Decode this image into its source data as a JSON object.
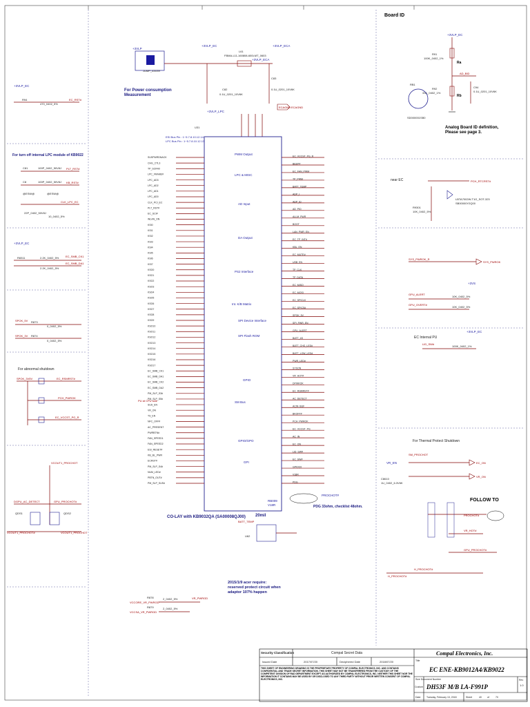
{
  "header": {
    "board_id": "Board ID",
    "board_id_note": "Analog Board ID definition,\nPlease see page 3."
  },
  "power_note": "For Power consumption\nMeasurement",
  "lpc_note": "For turn off internal LPC module of KB9022",
  "abnormal_note": "For abnormal shutdown",
  "thermal_note": "For Thermal Protect Shutdown",
  "follow_note": "FOLLOW TO",
  "cpu_side_note": "PU at CPU side",
  "ec_internal_note": "EC Internal PU",
  "near_ec_note": "near EC",
  "esd_note": "ESI Bus Pin : 1~5.7.8.10.12.14\nLPC Bus Pin : 1~5.7.8.10.12.13",
  "co_lay": "CO-LAY with KB9032QA (SA00008QJ00)",
  "pdg_note": "PDG 33ohm, checklist 48ohm.",
  "mil_note": "20mil",
  "acer_note": "2015/1/9 acer require:\nreserved protect circuit when\nadaptor 107% happen",
  "ic": {
    "ref": "U31",
    "blocks": [
      "LPC & MISC",
      "PWM Output",
      "AD Input",
      "DA Output",
      "PS2 Interface",
      "Int. K/B Matrix",
      "SPI Device Interface",
      "SPI Flash ROM",
      "GPIO",
      "SM Bus",
      "GPIO/GPO",
      "GPI"
    ],
    "left_pins": [
      "SUSPWRDNACK",
      "CHG_CTL3",
      "TP_SCR40",
      "LPC_FRAME#",
      "LPC_AD3",
      "LPC_AD2",
      "LPC_AD1",
      "LPC_AD0",
      "CLK_PCI_EC",
      "PLT_RST#",
      "EC_SCI#",
      "WLAN_ON",
      "KSI0",
      "KSI1",
      "KSI2",
      "KSI3",
      "KSI4",
      "KSI5",
      "KSI6",
      "KSI7",
      "KSO0",
      "KSO1",
      "KSO2",
      "KSO3",
      "KSO4",
      "KSO5",
      "KSO6",
      "KSO7",
      "KSO8",
      "KSO9",
      "KSO10",
      "KSO11",
      "KSO12",
      "KSO13",
      "KSO14",
      "KSO15",
      "KSO16",
      "KSO17",
      "EC_SMB_CK1",
      "EC_SMB_DA1",
      "EC_SMB_CK2",
      "EC_SMB_DA2",
      "PM_SLP_S3#",
      "PM_SLP_S5#",
      "SUS_EN",
      "VR_ON",
      "TS_EN",
      "NFC_OFF#",
      "AC_PRESENT",
      "PWRBTN#",
      "FAN_SPEED1",
      "FAN_SPEED2",
      "ESI_RESET#",
      "KB_BL_PWR",
      "ECRST#",
      "PM_SLP_S4#",
      "NUM_LED#",
      "PBTN_OUT#",
      "PM_SLP_SUS#"
    ],
    "right_pins": [
      "EC_VCCST_PG_R",
      "BEEP#",
      "EC_FAN_PWM",
      "TP_PWM",
      "BATT_TEMP",
      "ADP_I",
      "ADP_ID",
      "AD_PID",
      "ALLM_PWR",
      "BOOT",
      "LAN_PWR_EN",
      "EC_TP_INT#",
      "KBL_EN",
      "EC_MUTE#",
      "USB_EN",
      "TP_CLK",
      "TP_DATA",
      "EC_MISO",
      "EC_MOSI",
      "EC_SPICLK",
      "EC_SPICS#",
      "SPOK_5V",
      "SPI_PWR_EN",
      "GPU_ALERT",
      "BATT_4S",
      "BATT_CHG_LED#",
      "BATT_LOW_LED#",
      "PWR_LED#",
      "SYSON",
      "VR_HOT#",
      "DPWROK",
      "EC_RSMRST#",
      "AC_DETECT",
      "ACIN_BUF",
      "BKOFF#",
      "PCH_PWROK",
      "EC_VCCST_PG",
      "AC_IN",
      "EC_ON",
      "LID_SW#",
      "EC_SW#",
      "GPIOC0",
      "V18R",
      "PDG"
    ],
    "title": "EC ENE-KB9012A4/KB9022"
  },
  "labels_left": [
    "+3VLP_EC",
    "EC_RST#",
    "PLT_RST#",
    "KB_RST#",
    "CLK_LPC_EC",
    "EC_SMB_CK1",
    "EC_SMB_DA1",
    "SPOK_5V",
    "SPOK_3V",
    "EC_RSMRST#",
    "PCH_PWROK",
    "EC_VCCST_PG_R",
    "VCOUT1_PROCHOT",
    "DGPU_AC_DETECT",
    "GPU_PROCHOT#",
    "VCOUT1_PROCHOT#",
    "VCCORE_VR_PWRGD",
    "VCCSA_VR_PWRGD"
  ],
  "labels_right": [
    "+3VLP_EC",
    "AD_BID",
    "PCH_RTCRST#",
    "SYS_PWROK",
    "GPU_ALERT",
    "GPU_OVERT#",
    "+3VS",
    "LID_SW#",
    "EC_ON",
    "VR_ON",
    "PROCHOT#",
    "VR_HOT#",
    "GPU_PROCHOT#",
    "H_PROCHOT#"
  ],
  "board_id_parts": [
    {
      "ref": "R91",
      "value": "100K_0402_1%"
    },
    {
      "ref": "R92",
      "value": "33K_0402_1%"
    },
    {
      "ref": "C94",
      "value": "0.1U_0201_10V6K"
    },
    {
      "ref": "Ra"
    },
    {
      "ref": "Rb"
    }
  ],
  "title_block": {
    "security": "Security Classification",
    "secret": "Compal Secret Data",
    "issued_label": "Issued Date",
    "issued": "2017/07/20",
    "deciphered_label": "Deciphered Date",
    "deciphered": "2018/07/20",
    "company": "Compal Electronics, Inc.",
    "title_label": "Title",
    "title": "EC ENE-KB9012A4/KB9022",
    "doc_label": "Size  Document Number",
    "doc": "DH53F M/B LA-F991P",
    "rev_label": "Rev",
    "rev": "1.0",
    "date_label": "Date",
    "date": "Tuesday, February 13, 2018",
    "sheet_label": "Sheet",
    "sheet": "40",
    "of": "of",
    "total": "70",
    "custom": "Custom",
    "disclaimer": "THIS SHEET OF ENGINEERING DRAWING IS THE PROPRIETARY PROPERTY OF COMPAL ELECTRONICS, INC. AND CONTAINS CONFIDENTIAL AND TRADE SECRET INFORMATION. THIS SHEET MAY NOT BE TRANSFERRED FROM THE CUSTODY OF THE COMPETENT DIVISION OF R&D DEPARTMENT EXCEPT AS AUTHORIZED BY COMPAL ELECTRONICS, INC. NEITHER THIS SHEET NOR THE INFORMATION IT CONTAINS MAY BE USED BY OR DISCLOSED TO ANY THIRD PARTY WITHOUT PRIOR WRITTEN CONSENT OF COMPAL ELECTRONICS, INC."
  }
}
